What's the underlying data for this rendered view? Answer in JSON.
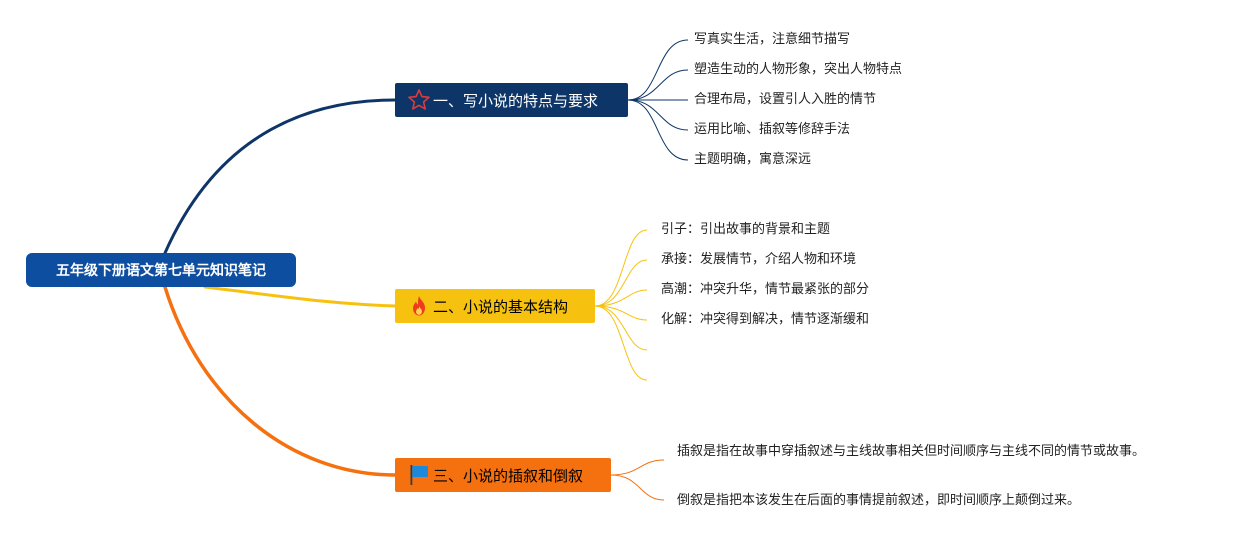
{
  "colors": {
    "root_bg": "#0d4ea1",
    "branch1_bg": "#0e3568",
    "branch2_bg": "#f7c20f",
    "branch3_bg": "#f5700f",
    "branch1_line": "#0e3568",
    "branch2_line": "#f7c20f",
    "branch3_line": "#f5700f",
    "star_icon": "#e23a3a",
    "fire_icon": "#ef3b1d",
    "flag_icon": "#1e88d9"
  },
  "root": {
    "title": "五年级下册语文第七单元知识笔记"
  },
  "branches": [
    {
      "icon": "star-icon",
      "label": "一、写小说的特点与要求",
      "items": [
        "写真实生活，注意细节描写",
        "塑造生动的人物形象，突出人物特点",
        "合理布局，设置引人入胜的情节",
        "运用比喻、插叙等修辞手法",
        "主题明确，寓意深远"
      ]
    },
    {
      "icon": "fire-icon",
      "label": "二、小说的基本结构",
      "items": [
        "引子：引出故事的背景和主题",
        "承接：发展情节，介绍人物和环境",
        "高潮：冲突升华，情节最紧张的部分",
        "化解：冲突得到解决，情节逐渐缓和",
        "",
        ""
      ]
    },
    {
      "icon": "flag-icon",
      "label": "三、小说的插叙和倒叙",
      "items": [
        "插叙是指在故事中穿插叙述与主线故事相关但时间顺序与主线不同的情节或故事。",
        "倒叙是指把本该发生在后面的事情提前叙述，即时间顺序上颠倒过来。"
      ]
    }
  ]
}
